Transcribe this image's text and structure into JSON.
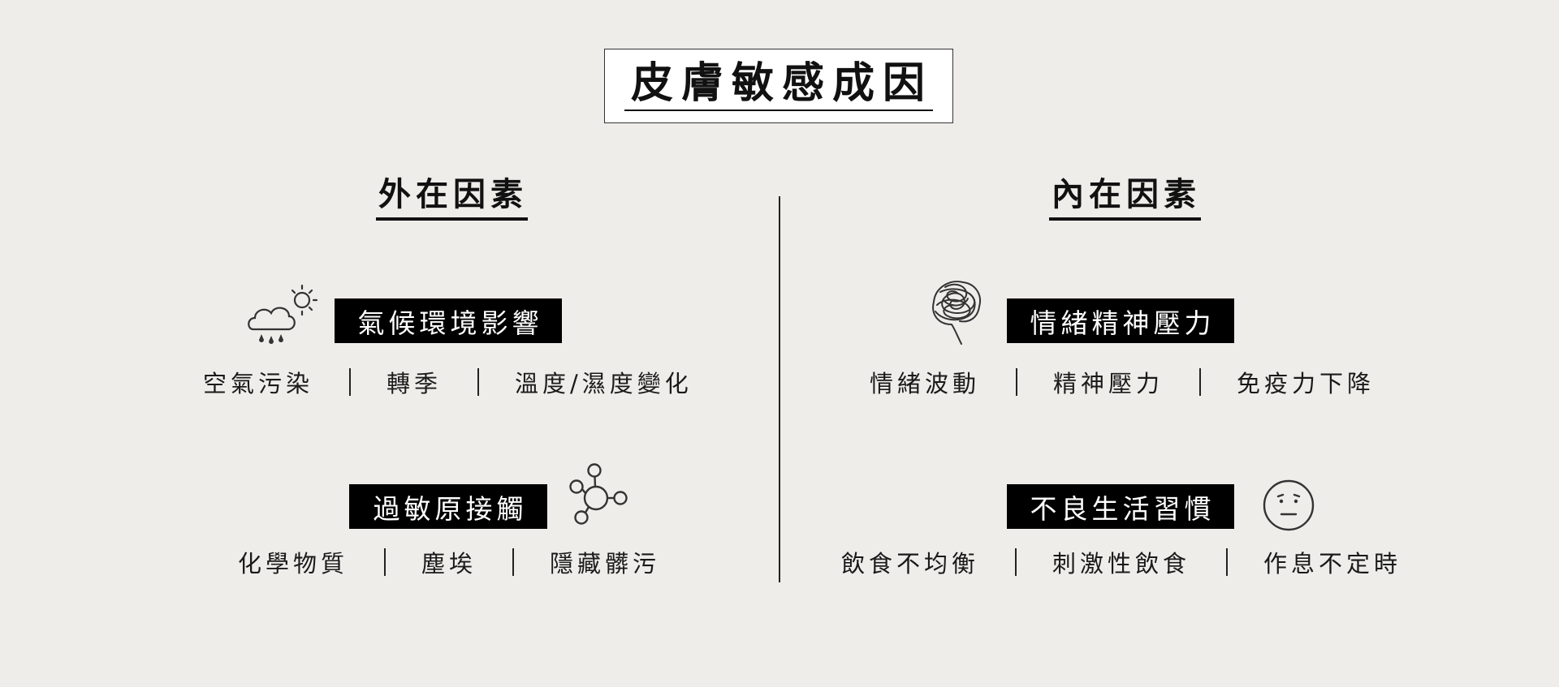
{
  "title": "皮膚敏感成因",
  "external": {
    "heading": "外在因素",
    "groups": [
      {
        "label": "氣候環境影響",
        "icon": "weather-cloud-rain-sun-icon",
        "items": [
          "空氣污染",
          "轉季",
          "溫度/濕度變化"
        ]
      },
      {
        "label": "過敏原接觸",
        "icon": "molecule-icon",
        "items": [
          "化學物質",
          "塵埃",
          "隱藏髒污"
        ]
      }
    ]
  },
  "internal": {
    "heading": "內在因素",
    "groups": [
      {
        "label": "情緒精神壓力",
        "icon": "tangled-head-icon",
        "items": [
          "情緒波動",
          "精神壓力",
          "免疫力下降"
        ]
      },
      {
        "label": "不良生活習慣",
        "icon": "neutral-face-icon",
        "items": [
          "飲食不均衡",
          "刺激性飲食",
          "作息不定時"
        ]
      }
    ]
  },
  "colors": {
    "background": "#eeedea",
    "label_bg": "#000000",
    "label_text": "#ffffff",
    "text": "#111111"
  }
}
